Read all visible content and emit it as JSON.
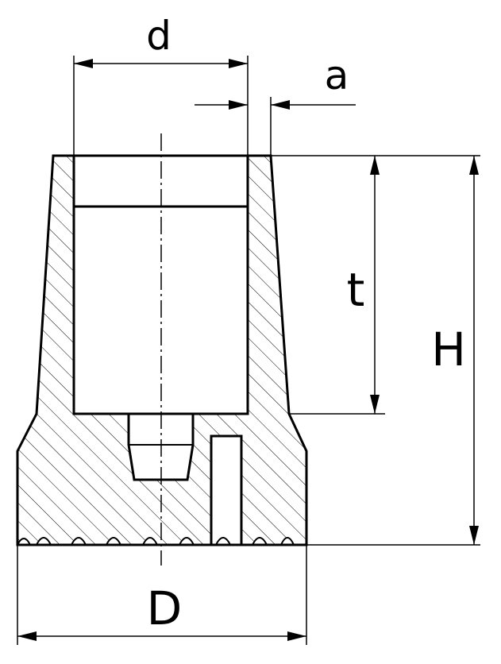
{
  "figure": {
    "labels": {
      "d": "d",
      "a": "a",
      "t": "t",
      "H": "H",
      "D": "D"
    },
    "colors": {
      "line": "#000000",
      "hatch": "#000000",
      "background": "#ffffff"
    }
  }
}
